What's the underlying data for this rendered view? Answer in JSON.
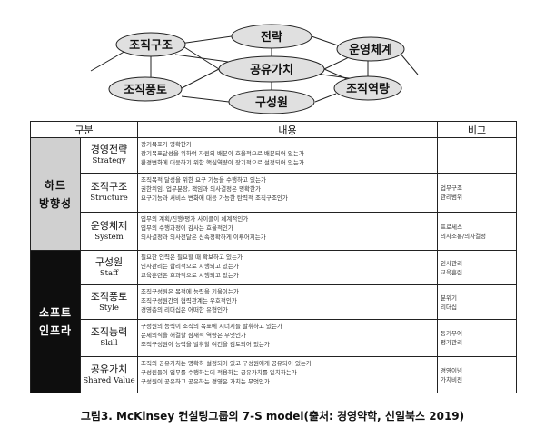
{
  "diagram": {
    "nodes": {
      "strategy": "전략",
      "structure": "조직구조",
      "operating_system": "운영체계",
      "shared_value": "공유가치",
      "culture": "조직풍토",
      "capability": "조직역량",
      "staff": "구성원"
    }
  },
  "table": {
    "headers": {
      "category": "구분",
      "content": "내용",
      "remarks": "비고"
    },
    "groups": {
      "hard": "하드\n방향성",
      "soft": "소프트\n인프라"
    },
    "rows": [
      {
        "ko": "경영전략",
        "en": "Strategy",
        "content": [
          "장기목표가 명확한가",
          "장기목표달성을 위하여 자원의 배분이 효율적으로 배분되어 있는가",
          "환경변화에 대응하기 위한 핵심역량이 장기적으로 설정되어 있는가"
        ],
        "remarks": []
      },
      {
        "ko": "조직구조",
        "en": "Structure",
        "content": [
          "조직목적 달성을 위한 요구 기능을 수행하고 있는가",
          "권한위임, 업무분장, 책임과 의사결정은 명확한가",
          "요구기능과 서비스 변화에 대응 가능한 탄력적 조직구조인가"
        ],
        "remarks": [
          "업무구조",
          "관리범위"
        ]
      },
      {
        "ko": "운영체제",
        "en": "System",
        "content": [
          "업무의 계획/진행/평가 사이클이 체계적인가",
          "업무의 수행과정이 감사는 효율적인가",
          "의사결정과 의사전달은 신속정확하게 이루어지는가"
        ],
        "remarks": [
          "프로세스",
          "의사소통/의사결정"
        ]
      },
      {
        "ko": "구성원",
        "en": "Staff",
        "content": [
          "필요한 인력은 필요할 때 확보하고 있는가",
          "인사관리는 합리적으로 시행되고 있는가",
          "교육훈련은 효과적으로 시행되고 있는가"
        ],
        "remarks": [
          "인사관리",
          "교육훈련"
        ]
      },
      {
        "ko": "조직풍토",
        "en": "Style",
        "content": [
          "조직구성원은 목적에 능력을 기울이는가",
          "조직구성원간의 협력관계는 우호적인가",
          "경영층의 리더십은 어떠한 유형인가"
        ],
        "remarks": [
          "분위기",
          "리더십"
        ]
      },
      {
        "ko": "조직능력",
        "en": "Skill",
        "content": [
          "구성원의 능력이 조직의 목표에 시너지를 발휘하고 있는가",
          "문제의식을 해결할 잠재적 역량은 무엇인가",
          "조직구성원이 능력을 발휘할 여건을 검토되어 있는가"
        ],
        "remarks": [
          "동기부여",
          "평가관리"
        ]
      },
      {
        "ko": "공유가치",
        "en": "Shared Value",
        "content": [
          "조직의 공유가치는 명확히 설정되어 있고 구성원에게 공유되어 있는가",
          "구성원들이 업무를 수행하는데 적용하는 공유가치를 일치하는가",
          "구성원이 공유하고 공유하는 경영은 가치는 무엇인가"
        ],
        "remarks": [
          "경영이념",
          "가치비전"
        ]
      }
    ]
  },
  "caption": "그림3. McKinsey 컨설팅그룹의 7-S model(출처: 경영약학, 신일북스 2019)"
}
